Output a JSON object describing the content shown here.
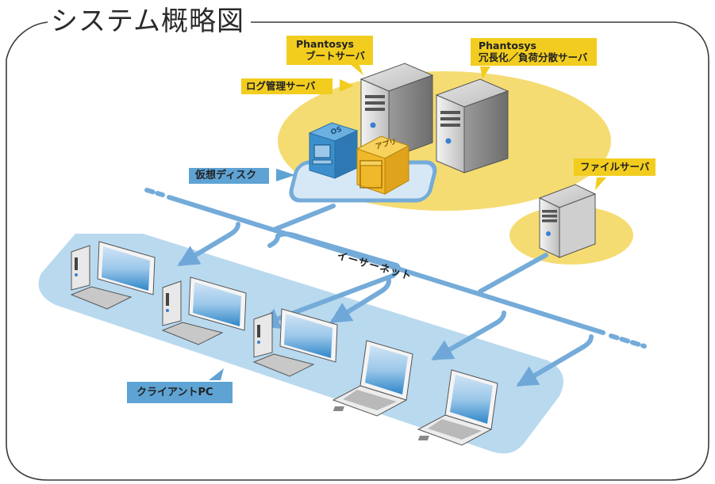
{
  "title": "システム概略図",
  "labels": {
    "boot_server_line1": "Phantosys",
    "boot_server_line2": "ブートサーバ",
    "redundant_server_line1": "Phantosys",
    "redundant_server_line2": "冗長化／負荷分散サーバ",
    "log_server": "ログ管理サーバ",
    "virtual_disk": "仮想ディスク",
    "file_server": "ファイルサーバ",
    "ethernet": "イーサーネット",
    "client_pc": "クライアントPC",
    "os_cube": "OS",
    "app_cube": "アプリ"
  },
  "colors": {
    "label_yellow": "#f2cd1f",
    "label_blue": "#5ea3d4",
    "server_zone": "#f5dc72",
    "client_zone": "#b9d9ef",
    "network_line": "#74abd9",
    "os_cube": "#3b8fcc",
    "app_cube": "#f0b92b"
  },
  "nodes": {
    "servers": [
      "boot-server",
      "redundant-server",
      "file-server"
    ],
    "desktops": 3,
    "laptops": 2
  }
}
